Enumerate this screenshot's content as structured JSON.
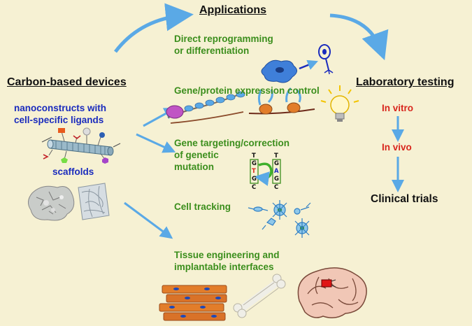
{
  "applications": {
    "title": "Applications",
    "items": [
      {
        "line1": "Direct reprogramming",
        "line2": "or differentiation"
      },
      {
        "line1": "Gene/protein expression control",
        "line2": ""
      },
      {
        "line1": "Gene targeting/correction",
        "line2": "of genetic",
        "line3": "mutation"
      },
      {
        "line1": "Cell tracking",
        "line2": ""
      },
      {
        "line1": "Tissue engineering and",
        "line2": "implantable interfaces"
      }
    ]
  },
  "devices": {
    "title": "Carbon-based devices",
    "nanoconstructs_line1": "nanoconstructs with",
    "nanoconstructs_line2": "cell-specific ligands",
    "scaffolds": "scaffolds"
  },
  "testing": {
    "title": "Laboratory testing",
    "in_vitro": "In vitro",
    "in_vivo": "In vivo",
    "clinical": "Clinical trials"
  },
  "dna": {
    "left": [
      "T",
      "G",
      "T",
      "G",
      "C"
    ],
    "right": [
      "T",
      "G",
      "A",
      "G",
      "C"
    ]
  },
  "colors": {
    "background": "#f6f1d3",
    "green_text": "#3b8e1c",
    "blue_text": "#1a2bbd",
    "red_text": "#d8261d",
    "arrow": "#5aa9e6"
  }
}
